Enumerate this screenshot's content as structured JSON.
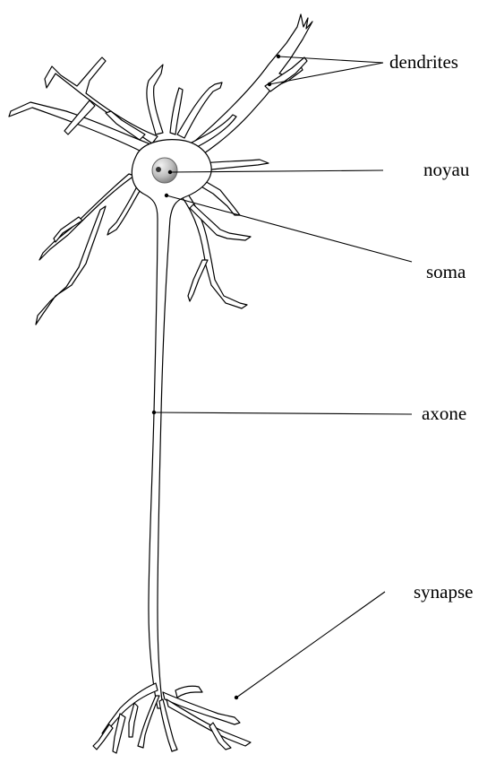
{
  "labels": {
    "dendrites": "dendrites",
    "noyau": "noyau",
    "soma": "soma",
    "axone": "axone",
    "synapse": "synapse"
  },
  "colors": {
    "outline": "#000000",
    "cell_fill": "#ffffff",
    "nucleus_light": "#eeeeee",
    "nucleus_dark": "#8a8a8a"
  }
}
